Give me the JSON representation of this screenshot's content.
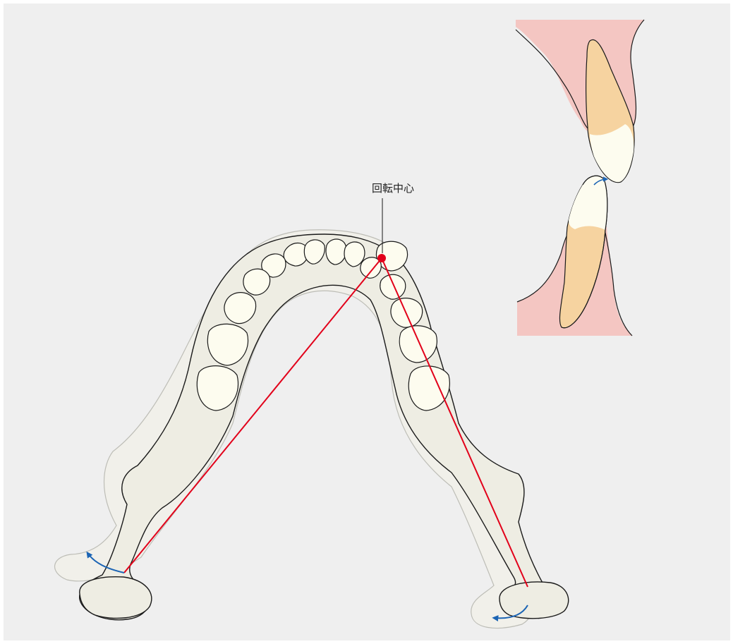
{
  "diagram": {
    "rotation_center_label": "回転中心"
  },
  "colors": {
    "background": "#efefef",
    "jaw_fill": "#eeede3",
    "jaw_shadow_fill": "#f1f0ea",
    "outline": "#1a1a1a",
    "rotation_line": "#e2001a",
    "arrow": "#1b64b4",
    "gum": "#f4c6c2",
    "dentin": "#f6d3a0",
    "enamel": "#fdfcef"
  },
  "icons": {
    "rotation_center_marker": "red-dot",
    "movement_arrows": "curved-arrow"
  }
}
